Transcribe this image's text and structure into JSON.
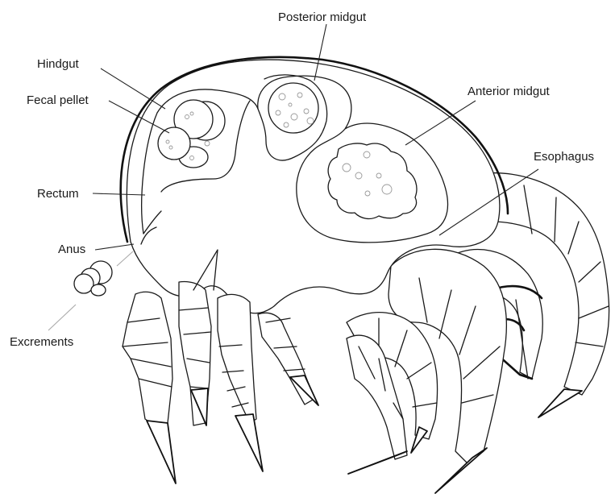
{
  "labels": {
    "posterior_midgut": "Posterior midgut",
    "hindgut": "Hindgut",
    "fecal_pellet": "Fecal pellet",
    "anterior_midgut": "Anterior midgut",
    "esophagus": "Esophagus",
    "rectum": "Rectum",
    "anus": "Anus",
    "excrements": "Excrements"
  }
}
